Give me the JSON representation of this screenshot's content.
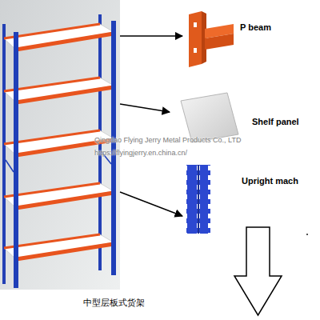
{
  "diagram": {
    "nodes": [
      {
        "text": [
          "中型层板式货架"
        ]
      },
      {
        "text": [
          "P beam"
        ]
      },
      {
        "text": [
          "Shelf panel"
        ]
      },
      {
        "text": [
          "Upright mach"
        ]
      }
    ],
    "edges": [
      {
        "from": 0,
        "to": 1,
        "arrow": "to"
      },
      {
        "from": 0,
        "to": 2,
        "arrow": "to"
      },
      {
        "from": 0,
        "to": 3,
        "arrow": "to"
      }
    ],
    "labels": [
      "Qingdao Flying Jerry Metal Products Co., LTD",
      "https://flyingjerry.en.china.cn/"
    ]
  }
}
